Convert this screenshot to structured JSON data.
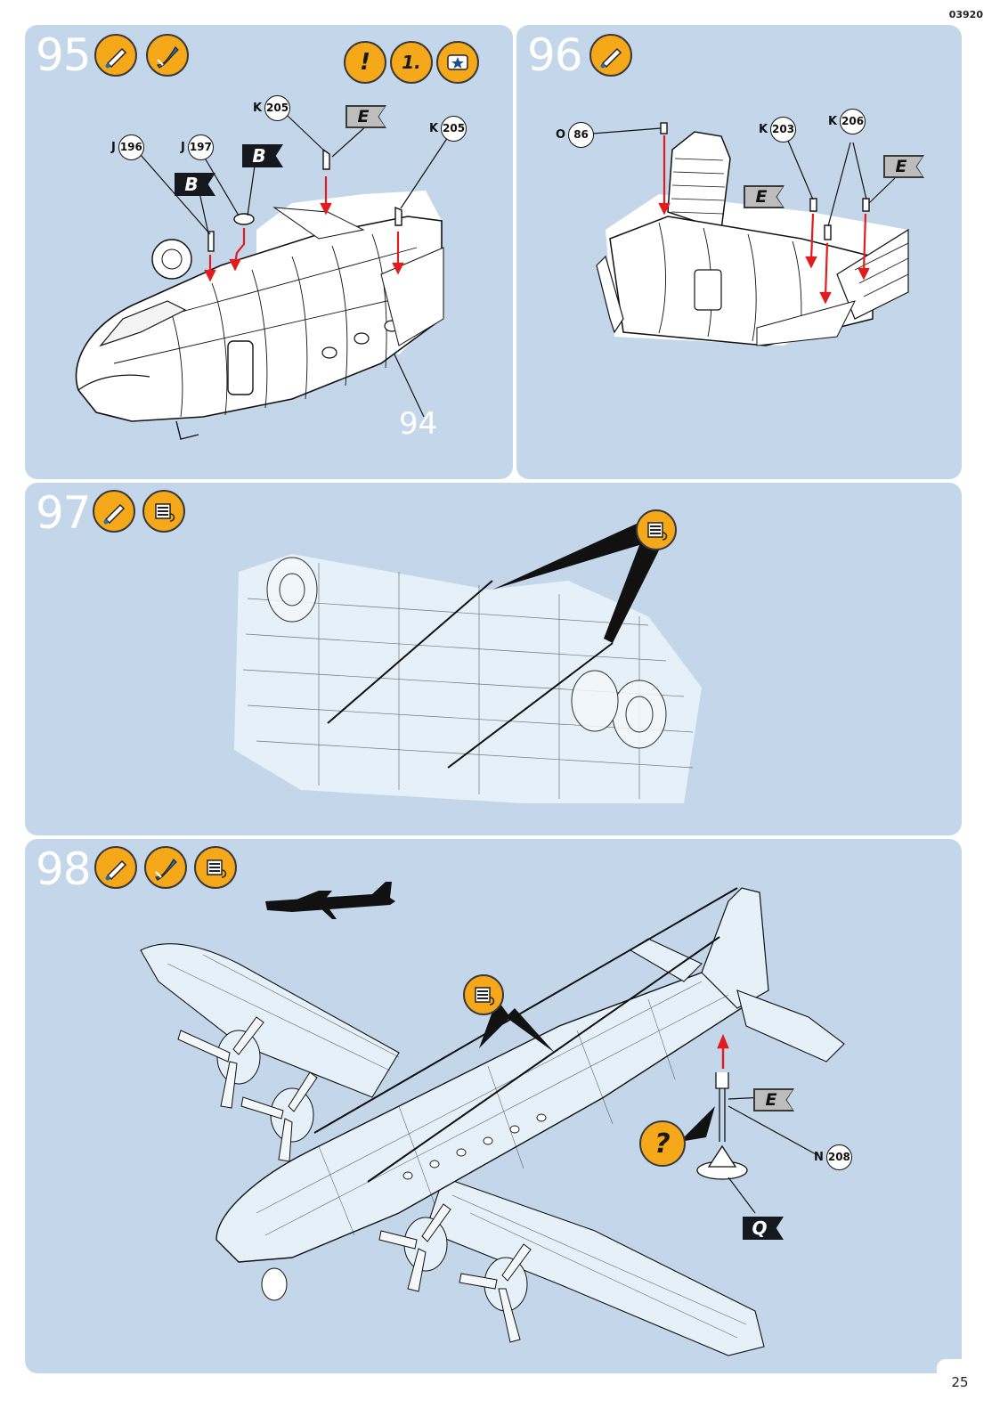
{
  "document": {
    "code": "03920",
    "page_number": "25"
  },
  "steps": {
    "s95": {
      "number": "95",
      "icons": [
        "glue-icon",
        "paint-brush-icon",
        "attention-icon",
        "first-icon",
        "decal-icon"
      ],
      "icon_texts": {
        "attention": "!",
        "first": "1."
      },
      "parts": [
        {
          "letter": "J",
          "num": "196"
        },
        {
          "letter": "J",
          "num": "197"
        },
        {
          "letter": "K",
          "num": "205"
        },
        {
          "letter": "K",
          "num": "205"
        }
      ],
      "flags": [
        "B",
        "B",
        "E"
      ],
      "ref_label": "94"
    },
    "s96": {
      "number": "96",
      "icons": [
        "glue-icon"
      ],
      "parts": [
        {
          "letter": "O",
          "num": "86"
        },
        {
          "letter": "K",
          "num": "203"
        },
        {
          "letter": "K",
          "num": "206"
        }
      ],
      "flags": [
        "E",
        "E"
      ]
    },
    "s97": {
      "number": "97",
      "icons": [
        "glue-icon",
        "rigging-thread-icon"
      ]
    },
    "s98": {
      "number": "98",
      "icons": [
        "glue-icon",
        "paint-brush-icon",
        "rigging-thread-icon",
        "help-icon"
      ],
      "icon_texts": {
        "help": "?"
      },
      "parts": [
        {
          "letter": "N",
          "num": "208"
        }
      ],
      "flags": [
        "E",
        "Q"
      ]
    }
  },
  "colors": {
    "panel_bg": "#c4d7ea",
    "icon_orange": "#f6a81b",
    "arrow_red": "#e21c1c",
    "flag_dark": "#15181f",
    "flag_light": "#bdbdbd"
  }
}
